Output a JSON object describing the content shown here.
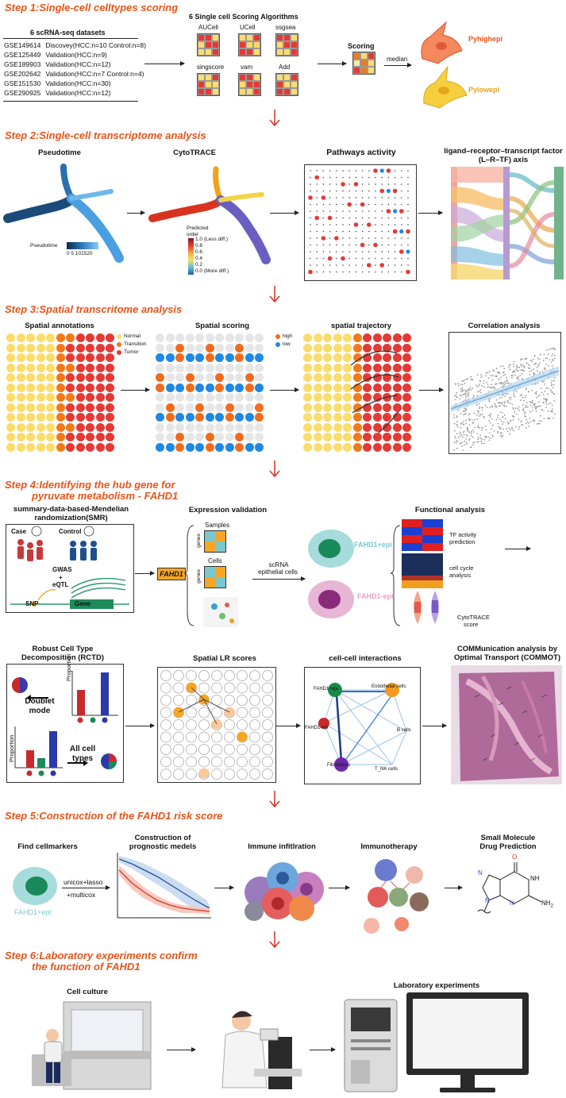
{
  "colors": {
    "step": "#e8541a",
    "tumor": "#e53935",
    "transition": "#f07a1a",
    "normal": "#fcdc6a",
    "high": "#f26b1d",
    "low": "#1e88e5",
    "arrow_red": "#d9321f"
  },
  "steps": {
    "s1": "Step 1:Single-cell celltypes scoring",
    "s2": "Step 2:Single-cell transcriptome analysis",
    "s3": "Step 3:Spatial transcritome analysis",
    "s4a": "Step 4:Identifying the hub gene for",
    "s4b": "pyruvate metabolism - FAHD1",
    "s5": "Step 5:Construction of the FAHD1 risk score",
    "s6a": "Step 6:Laboratory experiments confirm",
    "s6b": "the function of FAHD1"
  },
  "step1": {
    "datasets_title": "6 scRNA-seq datasets",
    "datasets": [
      [
        "GSE149614",
        "Discovey(HCC:n=10 Control:n=8)"
      ],
      [
        "GSE125449",
        "Validation(HCC:n=9)"
      ],
      [
        "GSE189903",
        "Validation(HCC:n=12)"
      ],
      [
        "GSE202642",
        "Validation(HCC:n=7 Control:n=4)"
      ],
      [
        "GSE151530",
        "Validation(HCC:n=30)"
      ],
      [
        "GSE290925",
        "Validation(HCC:n=12)"
      ]
    ],
    "algorithms_title": "6 Single cell Scoring Algorithms",
    "algorithms": [
      "AUCell",
      "UCell",
      "ssgsea",
      "singscore",
      "vam",
      "Add"
    ],
    "scoring": "Scoring",
    "median": "median",
    "high": "Pyhighepi",
    "low": "Pylowepi"
  },
  "step2": {
    "pseudotime": "Pseudotime",
    "pseudotime_legend": "Pseudotime",
    "pseudotime_ticks": "0  5  101520",
    "cytotrace": "CytoTRACE",
    "predicted_order": "Predicted order",
    "cyto_ticks": [
      "1.0 (Less diff.)",
      "0.8",
      "0.6",
      "0.4",
      "0.2",
      "0.0 (More diff.)"
    ],
    "pathways": "Pathways activity",
    "lrtf_a": "ligand–receptor–transcript factor",
    "lrtf_b": "(L–R–TF) axis"
  },
  "step3": {
    "annotations": "Spatial annotations",
    "legend": [
      "Normal",
      "Transition",
      "Tumor"
    ],
    "scoring": "Spatial scoring",
    "score_legend": [
      "high",
      "low"
    ],
    "trajectory": "spatial trajectory",
    "correlation": "Correlation analysis"
  },
  "step4": {
    "smr_a": "summary-data-based-Mendelian",
    "smr_b": "randomization(SMR)",
    "case": "Case",
    "control": "Control",
    "gwas": "GWAS",
    "plus": "+",
    "eqtl": "eQTL",
    "snp": "SNP",
    "gene": "Gene",
    "fahd1": "FAHD1",
    "expr_validation": "Expression validation",
    "samples": "Samples",
    "cells": "Cells",
    "genes": "genes",
    "scrna_a": "scRNA",
    "scrna_b": "epithelial cells",
    "fahd1_pos": "FAHD1+epi",
    "fahd1_neg": "FAHD1-epi",
    "functional": "Functional analysis",
    "tf": [
      "TF activity",
      "prediction"
    ],
    "cellcycle": [
      "cell cycle",
      "analysis"
    ],
    "cytotrace": [
      "CytoTRACE",
      "score"
    ],
    "rctd": [
      "Robust Cell Type",
      "Decomposition (RCTD)"
    ],
    "proportion": "Proportion",
    "doublet": [
      "Doublet",
      "mode"
    ],
    "allcell": [
      "All cell",
      "types"
    ],
    "lr_scores": "Spatial LR scores",
    "interactions": "cell-cell interactions",
    "nodes": [
      "FAHD1+epi",
      "Endothelial cells",
      "FAHD1-epi",
      "B cells",
      "Fibroblasts",
      "T_NK cells"
    ],
    "commot": [
      "COMMunication analysis by",
      "Optimal Transport (COMMOT)"
    ]
  },
  "step5": {
    "cellmarkers": "Find cellmarkers",
    "fahd1_pos": "FAHD1+epi",
    "method_a": "unicox+lasso",
    "method_b": "+multicox",
    "prognostic": [
      "Construction of",
      "prognostic medels"
    ],
    "immune": "Immune infitlration",
    "immunotherapy": "Immunotherapy",
    "drug": [
      "Small Molecule",
      "Drug Prediction"
    ],
    "atoms": {
      "o": "O",
      "nh": "NH",
      "n1": "N",
      "n2": "N",
      "n3": "N",
      "nh2": "NH",
      "sub2": "2"
    }
  },
  "step6": {
    "culture": "Cell culture",
    "lab": "Laboratory experiments"
  }
}
